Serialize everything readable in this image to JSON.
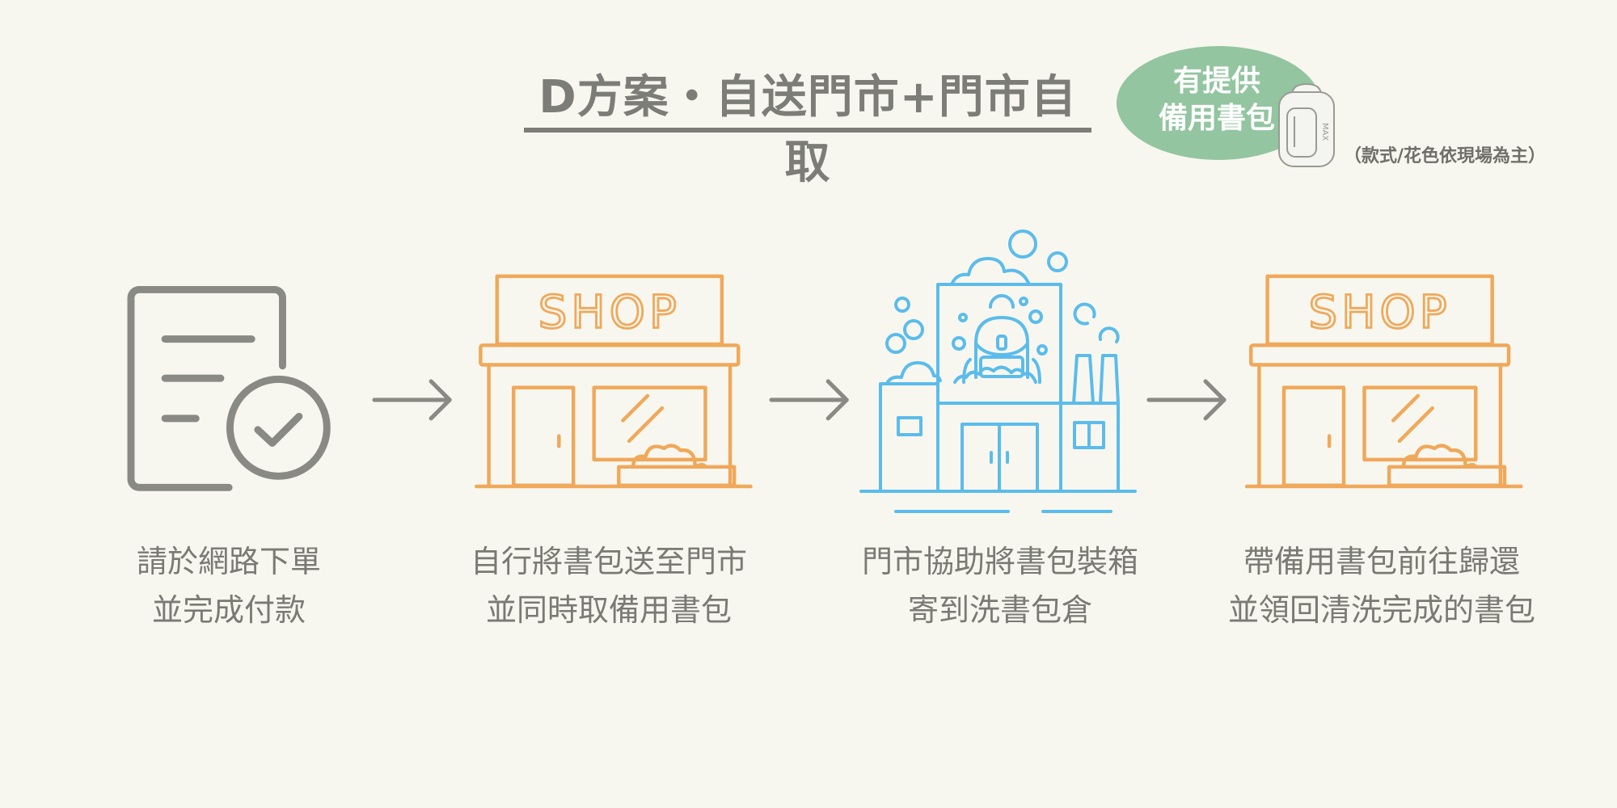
{
  "header": {
    "title": "D方案・自送門市+門市自取",
    "badge_line1": "有提供",
    "badge_line2": "備用書包",
    "note": "（款式/花色依現場為主）"
  },
  "steps": [
    {
      "icon": "document-check-icon",
      "line1": "請於網路下單",
      "line2": "並完成付款"
    },
    {
      "icon": "shop-icon",
      "sign": "SHOP",
      "line1": "自行將書包送至門市",
      "line2": "並同時取備用書包"
    },
    {
      "icon": "laundry-factory-icon",
      "line1": "門市協助將書包裝箱",
      "line2": "寄到洗書包倉"
    },
    {
      "icon": "shop-icon",
      "sign": "SHOP",
      "line1": "帶備用書包前往歸還",
      "line2": "並領回清洗完成的書包"
    }
  ],
  "colors": {
    "gray": "#8a8a85",
    "orange": "#f0a85a",
    "blue": "#5bbcec",
    "green": "#93c5a0",
    "background": "#f8f7ef"
  }
}
